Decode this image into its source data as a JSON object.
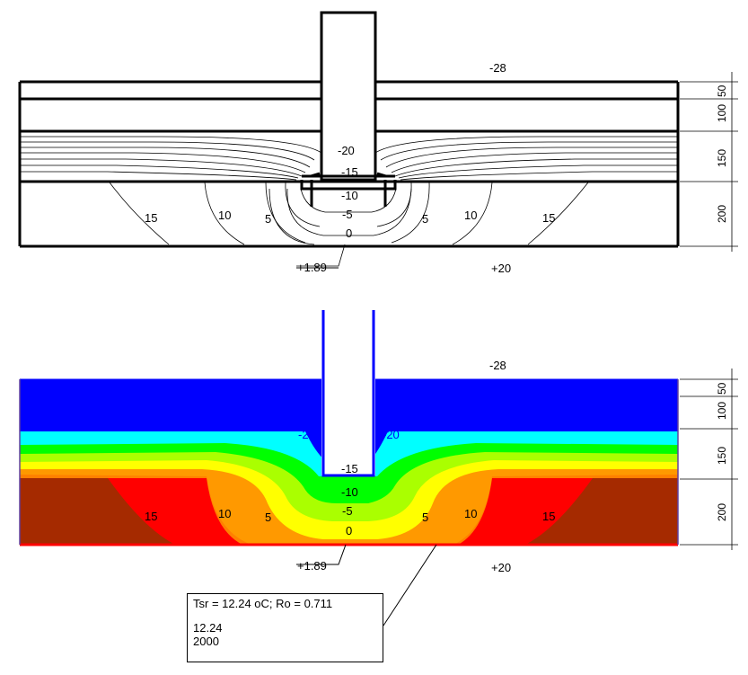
{
  "top_diagram": {
    "outside_temp": "-28",
    "inside_temp": "+20",
    "surface_temp": "+1.89",
    "pipe_labels": [
      "-20",
      "-15",
      "-10",
      "-5",
      "0"
    ],
    "side_labels": [
      "15",
      "10",
      "5",
      "5",
      "10",
      "15"
    ]
  },
  "bottom_diagram": {
    "outside_temp": "-28",
    "inside_temp": "+20",
    "surface_temp": "+1.89",
    "side_minus20": [
      "-20",
      "-20"
    ],
    "pipe_labels": [
      "-15",
      "-10",
      "-5",
      "0"
    ],
    "side_labels": [
      "15",
      "10",
      "5",
      "5",
      "10",
      "15"
    ]
  },
  "dimensions": [
    "50",
    "100",
    "150",
    "200"
  ],
  "info_box": {
    "line1": "Tsr = 12.24 oC; Ro = 0.711",
    "line2": "12.24",
    "line3": "2000"
  },
  "colors": {
    "band_minus28": "#0000ff",
    "band_minus20": "#00ffff",
    "band_minus15": "#00ff00",
    "band_minus10": "#aaff00",
    "band_minus5": "#ffff00",
    "band_0": "#ff9900",
    "band_5": "#ff8000",
    "band_10": "#ff0000",
    "band_15": "#a52a00"
  }
}
